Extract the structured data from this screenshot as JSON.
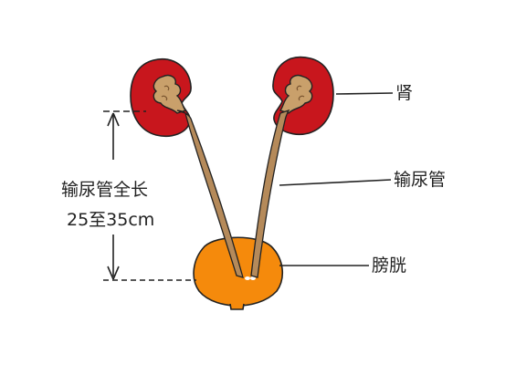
{
  "labels": {
    "kidney": "肾",
    "ureter": "输尿管",
    "bladder": "膀胱",
    "length_title": "输尿管全长",
    "length_value": "25至35cm"
  },
  "colors": {
    "kidney_fill": "#c8161d",
    "pelvis_fill": "#c9a06b",
    "ureter_fill": "#b58a5a",
    "bladder_fill": "#f58a0c",
    "outline": "#222222",
    "text": "#222222"
  }
}
